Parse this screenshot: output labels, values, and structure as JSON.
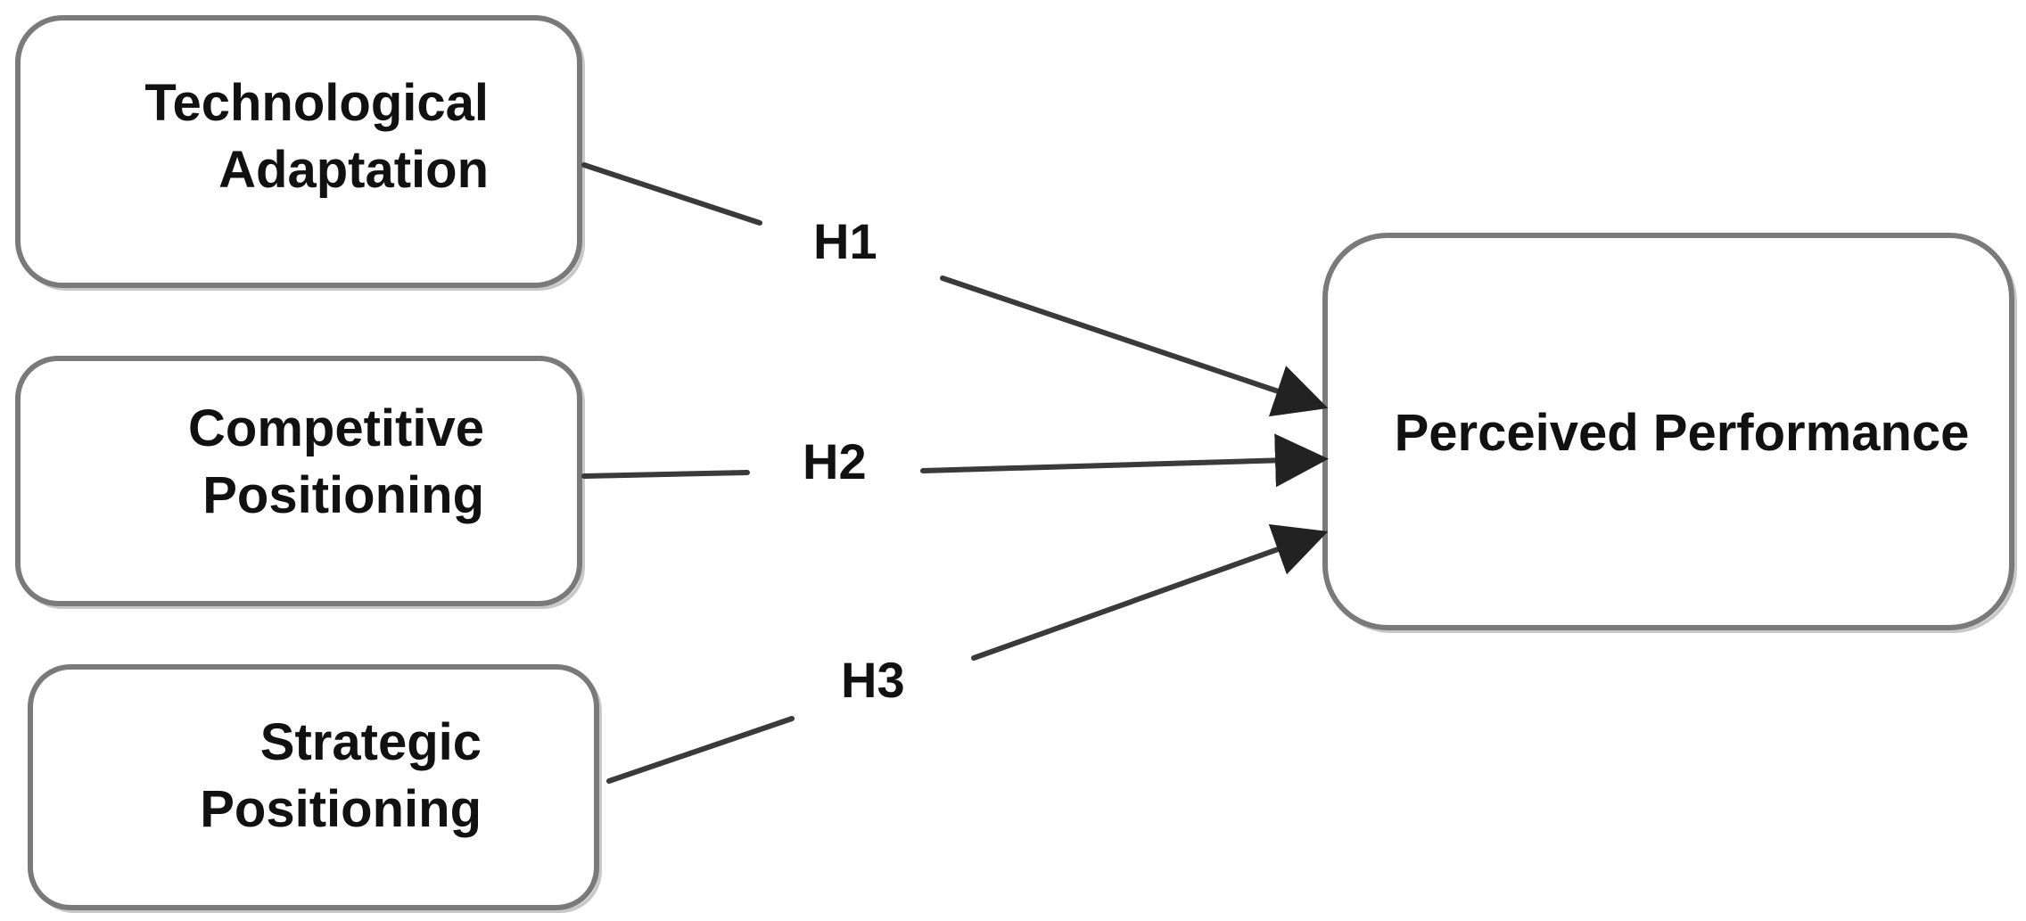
{
  "constructs": {
    "technological_adaptation": {
      "lines": [
        "Technological",
        "Adaptation"
      ]
    },
    "competitive_positioning": {
      "lines": [
        "Competitive",
        "Positioning"
      ]
    },
    "strategic_positioning": {
      "lines": [
        "Strategic",
        "Positioning"
      ]
    },
    "perceived_performance": {
      "label": "Perceived Performance"
    }
  },
  "hypotheses": {
    "h1": "H1",
    "h2": "H2",
    "h3": "H3"
  }
}
